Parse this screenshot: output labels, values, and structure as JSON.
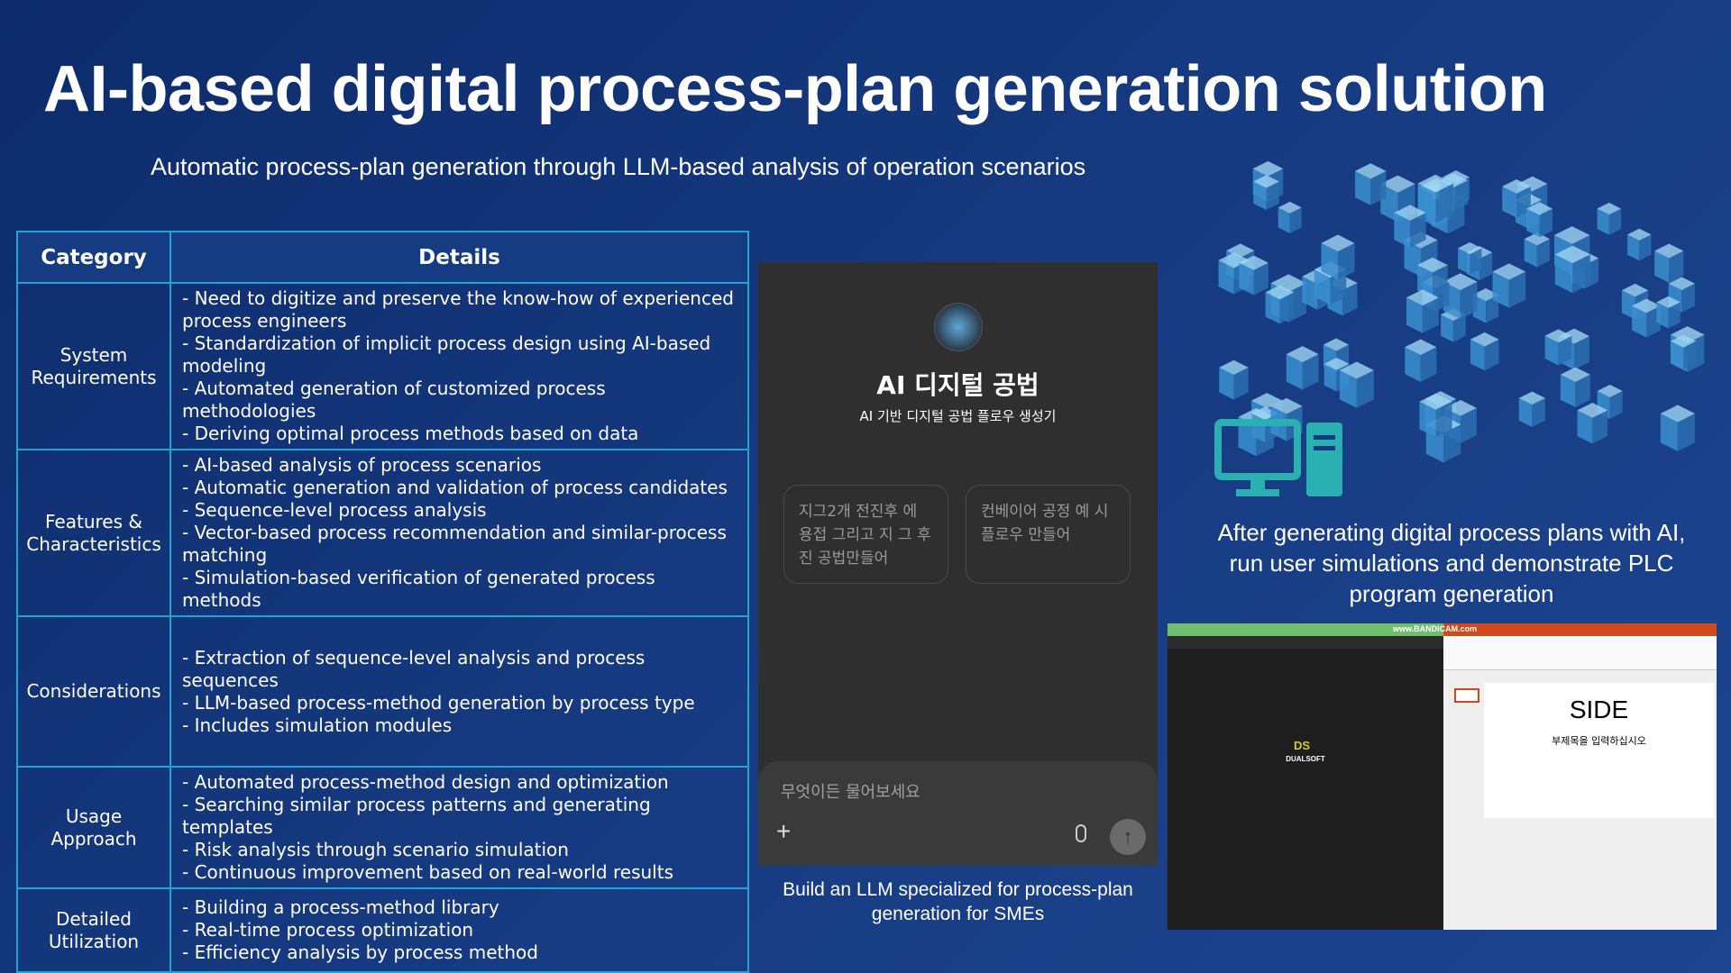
{
  "title": "AI-based digital process-plan generation solution",
  "subtitle": "Automatic process-plan generation through LLM-based analysis of operation scenarios",
  "table": {
    "headers": [
      "Category",
      "Details"
    ],
    "rows": [
      {
        "category": "System Requirements",
        "details": [
          "- Need to digitize and preserve the know-how of experienced process engineers",
          "- Standardization of implicit process design using AI-based modeling",
          "- Automated generation of customized process methodologies",
          "- Deriving optimal process methods based on data"
        ]
      },
      {
        "category": "Features & Characteristics",
        "details": [
          "- AI-based analysis of process scenarios",
          "- Automatic generation and validation of process candidates",
          "- Sequence-level process analysis",
          "- Vector-based process recommendation and similar-process matching",
          "- Simulation-based verification of generated process methods"
        ]
      },
      {
        "category": "Considerations",
        "details": [
          "- Extraction of sequence-level analysis and process sequences",
          "- LLM-based process-method generation by process type",
          "- Includes simulation modules"
        ]
      },
      {
        "category": "Usage Approach",
        "details": [
          "- Automated process-method design and optimization",
          "- Searching similar process patterns and generating templates",
          "- Risk analysis through scenario simulation",
          "- Continuous improvement based on real-world results"
        ]
      },
      {
        "category": "Detailed Utilization",
        "details": [
          "- Building a process-method library",
          "- Real-time process optimization",
          "- Efficiency analysis by process method"
        ]
      }
    ]
  },
  "chat": {
    "title": "AI 디지털 공법",
    "subtitle": "AI 기반 디지털 공법 플로우 생성기",
    "suggestions": [
      "지그2개 전진후 에 용접 그리고 지 그 후진 공법만들어",
      "컨베이어 공정 예 시 플로우 만들어"
    ],
    "placeholder": "무엇이든 물어보세요",
    "plus": "+",
    "send": "↑",
    "caption": "Build an LLM specialized for process-plan generation for SMEs"
  },
  "right_caption": "After generating digital process plans with AI, run user simulations and demonstrate PLC program generation",
  "screenshot": {
    "watermark": "www.BANDICAM.com",
    "left_app": "DUALSOFT",
    "logo": "DS",
    "slide_title": "SIDE",
    "slide_subtitle": "부제목을 입력하십시오"
  },
  "colors": {
    "background": "#163a80",
    "table_border": "#1fa3d8",
    "chat_bg": "#2f2f2f",
    "cube": "#4a9fd8",
    "pc_icon": "#2ab0b0"
  }
}
